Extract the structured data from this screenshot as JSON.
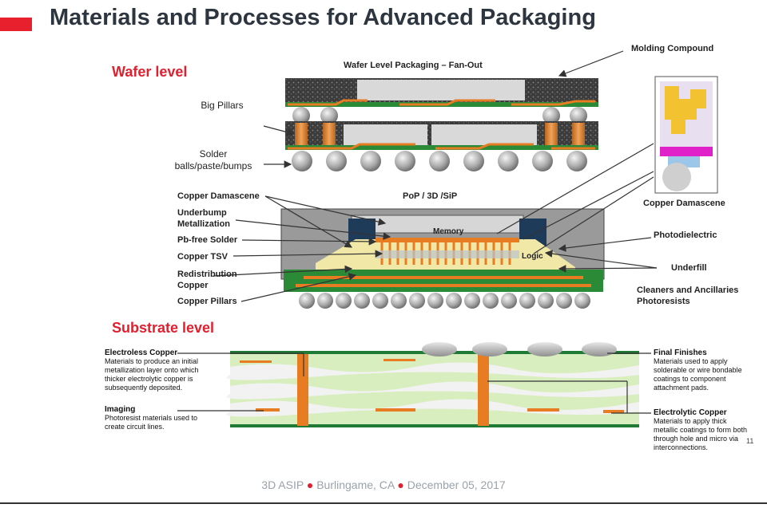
{
  "title": "Materials and Processes for Advanced Packaging",
  "sections": {
    "wafer": "Wafer level",
    "substrate": "Substrate level"
  },
  "wafer": {
    "header": "Wafer Level Packaging – Fan-Out",
    "molding": "Molding Compound",
    "big_pillars": "Big Pillars",
    "solder_line1": "Solder",
    "solder_line2": "balls/paste/bumps"
  },
  "pop": {
    "header": "PoP / 3D /SiP",
    "memory": "Memory",
    "logic": "Logic",
    "left_labels": {
      "copper_damascene": "Copper Damascene",
      "ubm_line1": "Underbump",
      "ubm_line2": "Metallization",
      "pbfree": "Pb-free Solder",
      "tsv": "Copper TSV",
      "redist_line1": "Redistribution",
      "redist_line2": "Copper",
      "pillars": "Copper Pillars"
    },
    "right_labels": {
      "copper_damascene": "Copper Damascene",
      "photodielectric": "Photodielectric",
      "underfill": "Underfill",
      "cleaners_line1": "Cleaners and Ancillaries",
      "cleaners_line2": "Photoresists"
    }
  },
  "substrate": {
    "electroless_title": "Electroless Copper",
    "electroless_desc": "Materials to produce an initial metallization layer onto which thicker electrolytic copper is subsequently deposited.",
    "imaging_title": "Imaging",
    "imaging_desc": "Photoresist materials used to create circuit lines.",
    "final_title": "Final Finishes",
    "final_desc": "Materials used to apply solderable or wire bondable coatings to component attachment pads.",
    "electrolytic_title": "Electrolytic Copper",
    "electrolytic_desc": "Materials to apply thick metallic coatings to form both through hole and micro via interconnections."
  },
  "page_number": "11",
  "footer": {
    "part1": "3D ASIP",
    "part2": "Burlingame, CA",
    "part3": "December 05, 2017"
  }
}
